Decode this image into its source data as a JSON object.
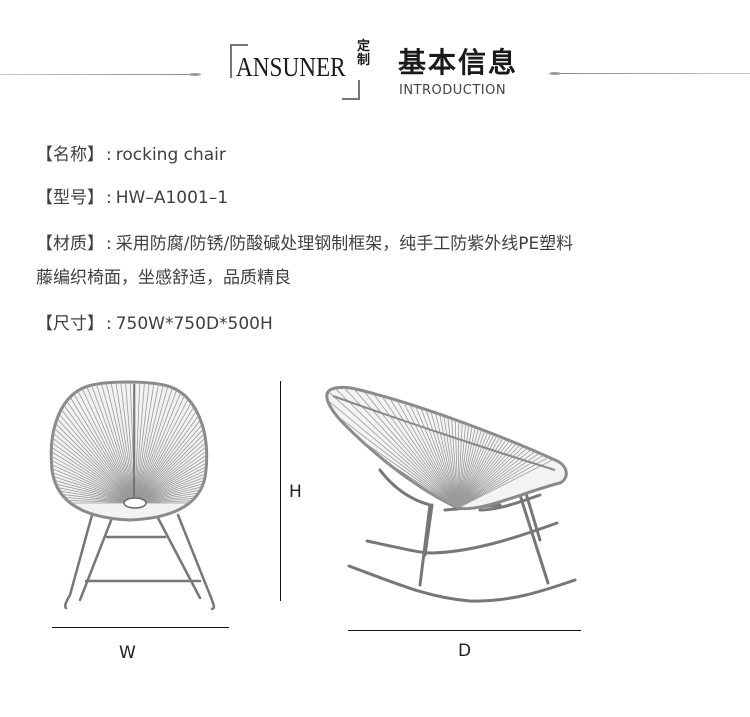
{
  "header": {
    "brand": "ANSUNER",
    "brand_suffix": "定制",
    "title_cn": "基本信息",
    "title_en": "INTRODUCTION"
  },
  "info": {
    "name": {
      "label": "【名称】",
      "sep": ":",
      "value": "rocking chair"
    },
    "model": {
      "label": "【型号】",
      "sep": ":",
      "value": "HW–A1001–1"
    },
    "material": {
      "label": "【材质】",
      "sep": ":",
      "value_line1": "采用防腐/防锈/防酸碱处理钢制框架，纯手工防紫外线PE塑料",
      "value_line2": "藤编织椅面，坐感舒适，品质精良"
    },
    "size": {
      "label": "【尺寸】",
      "sep": ":",
      "value": "750W*750D*500H"
    }
  },
  "dimensions": {
    "width_label": "W",
    "height_label": "H",
    "depth_label": "D"
  },
  "colors": {
    "text": "#3f3f3f",
    "heading": "#1a1a1a",
    "rule": "#9a9a9a"
  }
}
